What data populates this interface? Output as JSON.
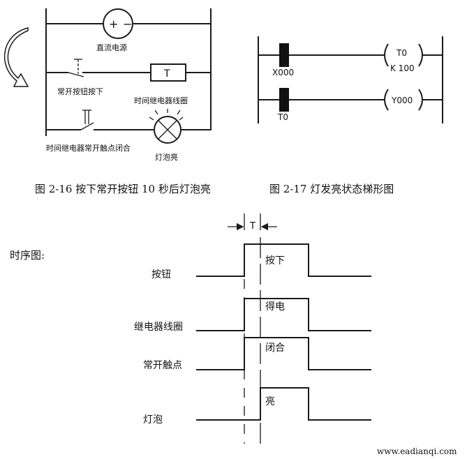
{
  "left_diagram": {
    "dc_source_label": "直流电源",
    "button_label": "常开按钮按下",
    "timer_box_label": "T",
    "relay_coil_label": "时间继电器线圈",
    "relay_contact_label": "时间继电器常开触点闭合",
    "lamp_label": "灯泡亮"
  },
  "right_diagram": {
    "contact1_label": "X000",
    "contact2_label": "T0",
    "timer_name": "T0",
    "timer_preset": "K 100",
    "output_label": "Y000"
  },
  "captions": {
    "fig1": "图 2-16  按下常开按钮 10 秒后灯泡亮",
    "fig2": "图 2-17   灯发亮状态梯形图"
  },
  "timing": {
    "title": "时序图:",
    "t_label": "T",
    "rows": [
      {
        "label": "按钮",
        "state": "按下"
      },
      {
        "label": "继电器线圈",
        "state": "得电"
      },
      {
        "label": "常开触点",
        "state": "闭合"
      },
      {
        "label": "灯泡",
        "state": "亮"
      }
    ]
  },
  "watermark": "www.eadianqi.com"
}
